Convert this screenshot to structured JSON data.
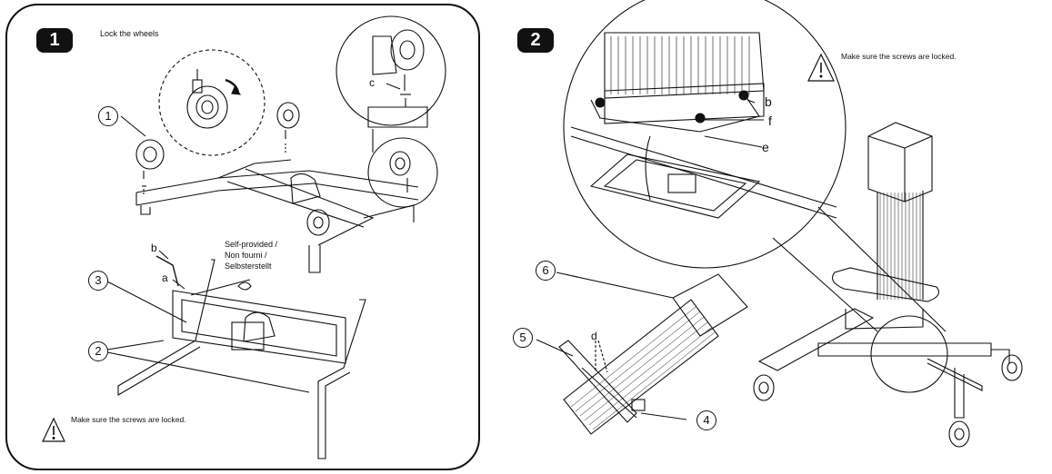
{
  "panel1": {
    "step": "1",
    "instruction": "Lock the wheels",
    "warning": "Make sure the screws are locked.",
    "tool_note": [
      "Self-provided /",
      "Non fourni /",
      "Selbsterstellt"
    ],
    "callouts": [
      "1",
      "3",
      "2"
    ],
    "letters": [
      "c",
      "b",
      "a"
    ]
  },
  "panel2": {
    "step": "2",
    "warning": "Make sure the screws are locked.",
    "callouts": [
      "6",
      "5",
      "4"
    ],
    "letters": [
      "b",
      "f",
      "e",
      "d"
    ]
  },
  "icons": {
    "warning": "warning-triangle-icon"
  }
}
